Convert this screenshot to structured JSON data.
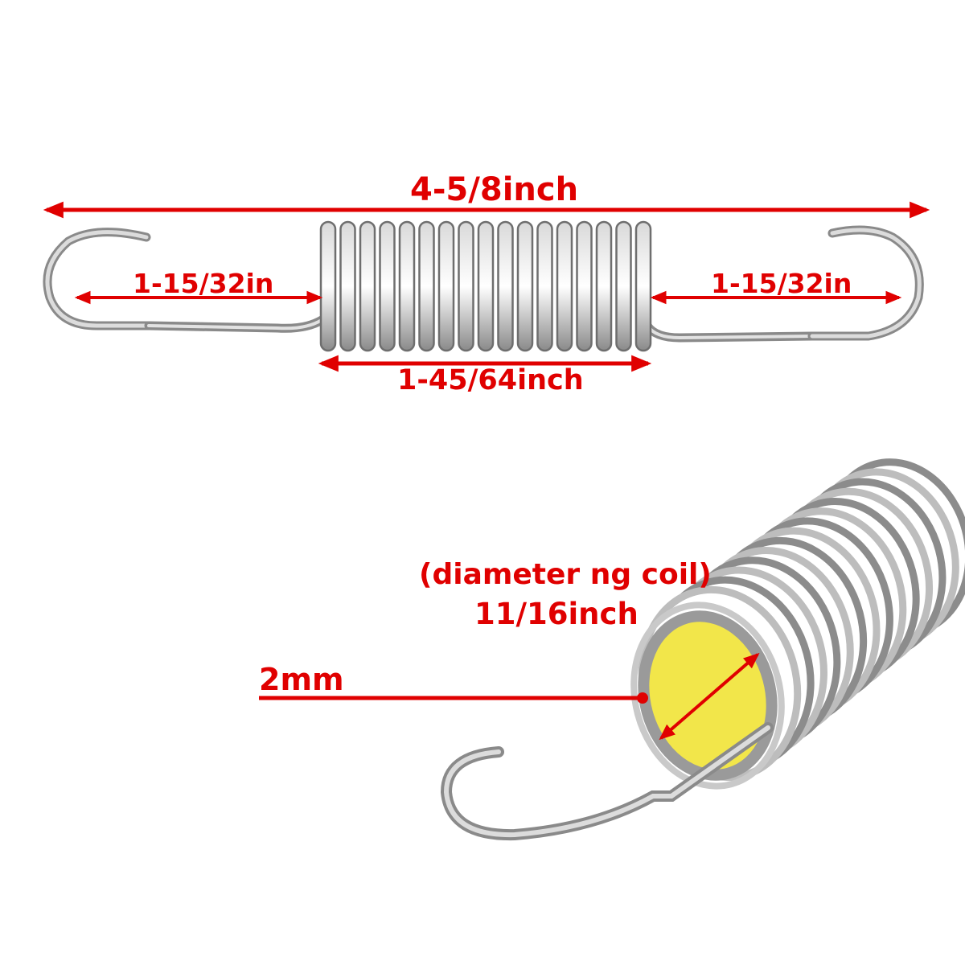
{
  "dimensions": {
    "overall_length": "4-5/8inch",
    "hook_left_length": "1-15/32in",
    "hook_right_length": "1-15/32in",
    "coil_body_length": "1-45/64inch",
    "coil_diameter_caption": "(diameter ng coil)",
    "coil_diameter": "11/16inch",
    "wire_thickness": "2mm"
  },
  "colors": {
    "annotation": "#e00000",
    "metal": "#b8b8b8",
    "metal_dark": "#6e6e6e",
    "coil_interior": "#f2e64a",
    "background": "#ffffff"
  }
}
